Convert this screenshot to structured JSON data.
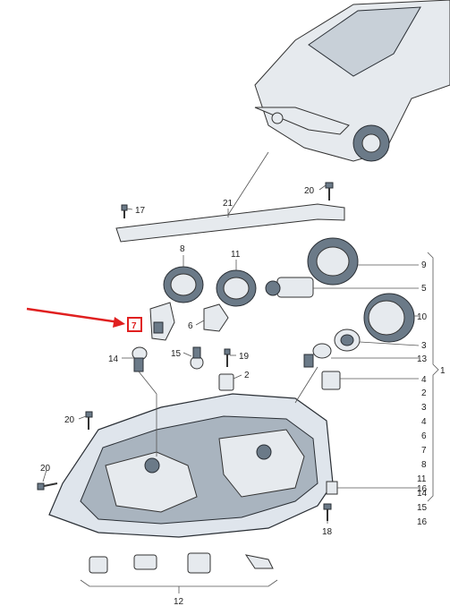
{
  "callouts": {
    "c1": "1",
    "c2": "2",
    "c3": "3",
    "c4": "4",
    "c5": "5",
    "c6": "6",
    "c7": "7",
    "c8": "8",
    "c9": "9",
    "c10": "10",
    "c11": "11",
    "c12": "12",
    "c13": "13",
    "c14": "14",
    "c15": "15",
    "c16": "16",
    "c17": "17",
    "c18": "18",
    "c19": "19",
    "c20": "20",
    "c21": "21"
  },
  "kit_list": [
    "2",
    "3",
    "4",
    "6",
    "7",
    "8",
    "11",
    "14",
    "15",
    "16"
  ],
  "colors": {
    "highlight": "#e02020",
    "line": "#555555"
  }
}
